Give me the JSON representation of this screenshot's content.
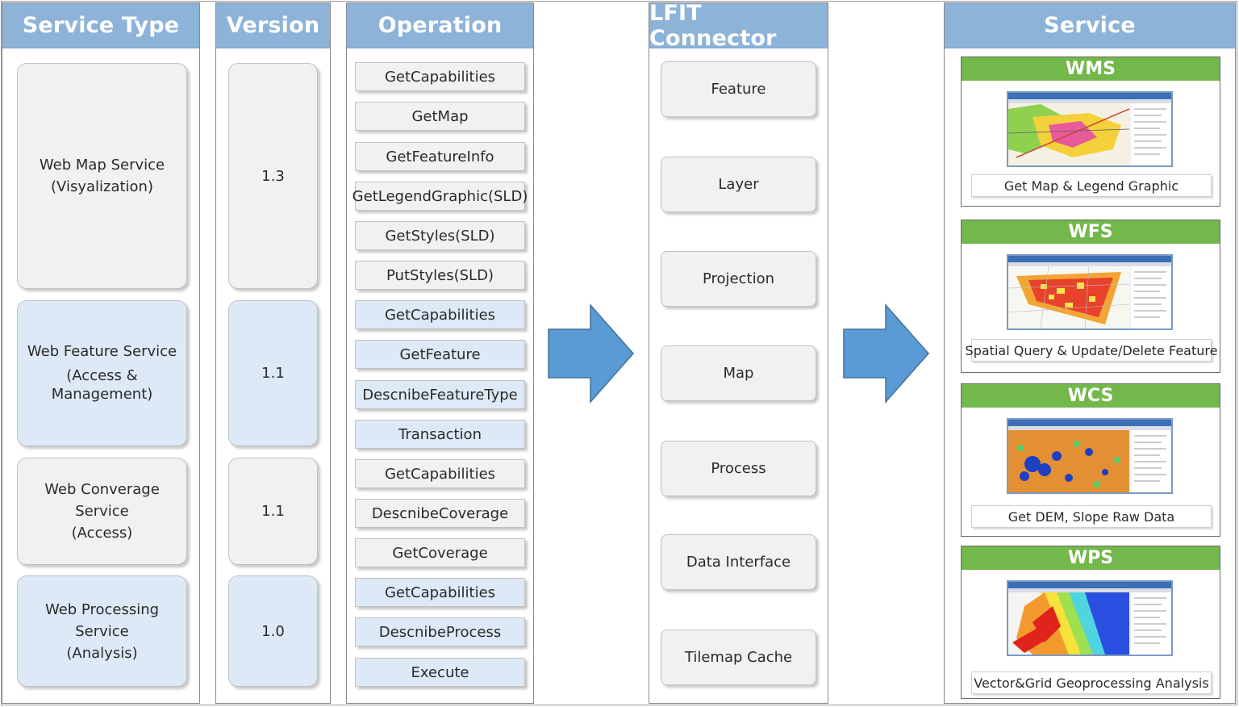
{
  "columns": {
    "service_type": "Service Type",
    "version": "Version",
    "operation": "Operation",
    "connector": "LFIT Connector",
    "service": "Service"
  },
  "service_types": [
    {
      "line1": "Web Map Service",
      "line2": "(Visyalization)"
    },
    {
      "line1": "Web Feature Service",
      "line2": "(Access &",
      "line3": "Management)"
    },
    {
      "line1": "Web Converage Service",
      "line2": "(Access)"
    },
    {
      "line1": "Web Processing Service",
      "line2": "(Analysis)"
    }
  ],
  "versions": [
    "1.3",
    "1.1",
    "1.1",
    "1.0"
  ],
  "operations": [
    "GetCapabilities",
    "GetMap",
    "GetFeatureInfo",
    "GetLegendGraphic(SLD)",
    "GetStyles(SLD)",
    "PutStyles(SLD)",
    "GetCapabilities",
    "GetFeature",
    "DescnibeFeatureType",
    "Transaction",
    "GetCapabilities",
    "DescnibeCoverage",
    "GetCoverage",
    "GetCapabilities",
    "DescnibeProcess",
    "Execute"
  ],
  "connectors": [
    "Feature",
    "Layer",
    "Projection",
    "Map",
    "Process",
    "Data Interface",
    "Tilemap Cache"
  ],
  "services": [
    {
      "name": "WMS",
      "label": "Get Map & Legend Graphic"
    },
    {
      "name": "WFS",
      "label": "Spatial Query & Update/Delete Feature"
    },
    {
      "name": "WCS",
      "label": "Get DEM, Slope Raw Data"
    },
    {
      "name": "WPS",
      "label": "Vector&Grid Geoprocessing Analysis"
    }
  ],
  "colors": {
    "header_blue": "#8db3d9",
    "box_gray": "#f1f1f1",
    "box_blue": "#dde9f6",
    "arrow_blue": "#5b9bd5",
    "service_green": "#73b84a"
  }
}
